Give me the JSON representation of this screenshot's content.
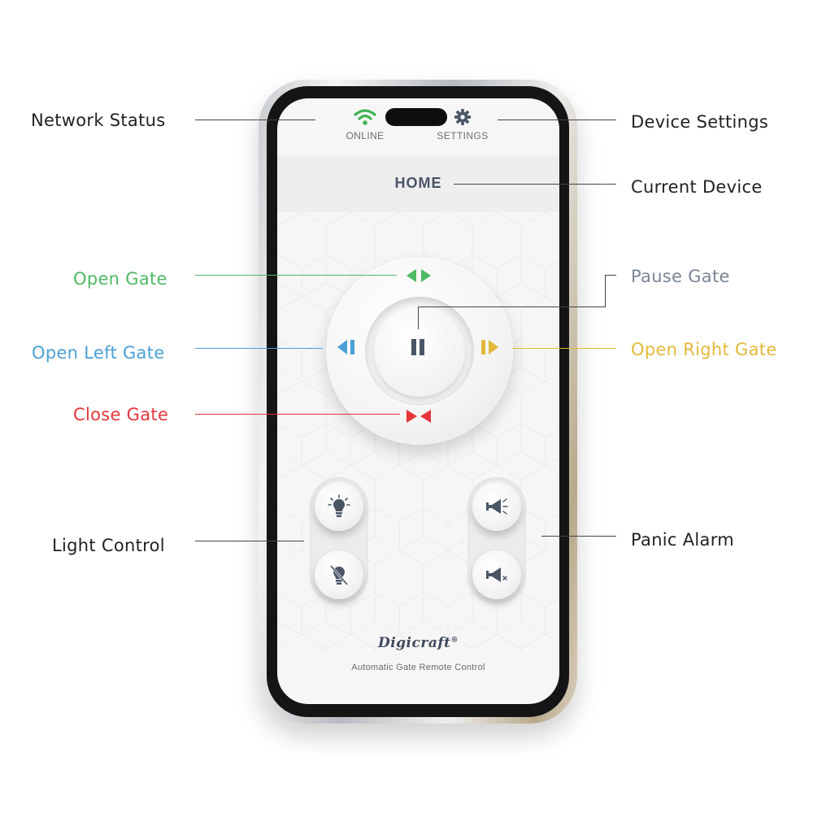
{
  "callouts": {
    "network_status": "Network Status",
    "device_settings": "Device Settings",
    "current_device": "Current Device",
    "open_gate": "Open Gate",
    "pause_gate": "Pause Gate",
    "open_left_gate": "Open Left Gate",
    "open_right_gate": "Open Right Gate",
    "close_gate": "Close Gate",
    "light_control": "Light Control",
    "panic_alarm": "Panic Alarm"
  },
  "status": {
    "online_label": "ONLINE",
    "settings_label": "SETTINGS"
  },
  "device": {
    "name": "HOME"
  },
  "branding": {
    "name": "Digicraft",
    "registered_mark": "®",
    "tagline": "Automatic Gate Remote Control"
  },
  "colors": {
    "open_gate": "#4fb865",
    "open_left_gate": "#4a9fd6",
    "open_right_gate": "#e4b93a",
    "close_gate": "#e5353b",
    "pause_gate": "#7a8694",
    "dark_text": "#222222",
    "icon_dark": "#4a5566",
    "wifi_green": "#3bb552"
  },
  "icons": {
    "network": "wifi-icon",
    "settings": "gear-icon",
    "open": "open-gate-arrows-icon",
    "left": "open-left-arrow-icon",
    "right": "open-right-arrow-icon",
    "close": "close-gate-bowtie-icon",
    "pause": "pause-icon",
    "light_on": "light-bulb-on-icon",
    "light_off": "light-bulb-off-icon",
    "alarm_on": "horn-on-icon",
    "alarm_off": "horn-mute-icon"
  }
}
